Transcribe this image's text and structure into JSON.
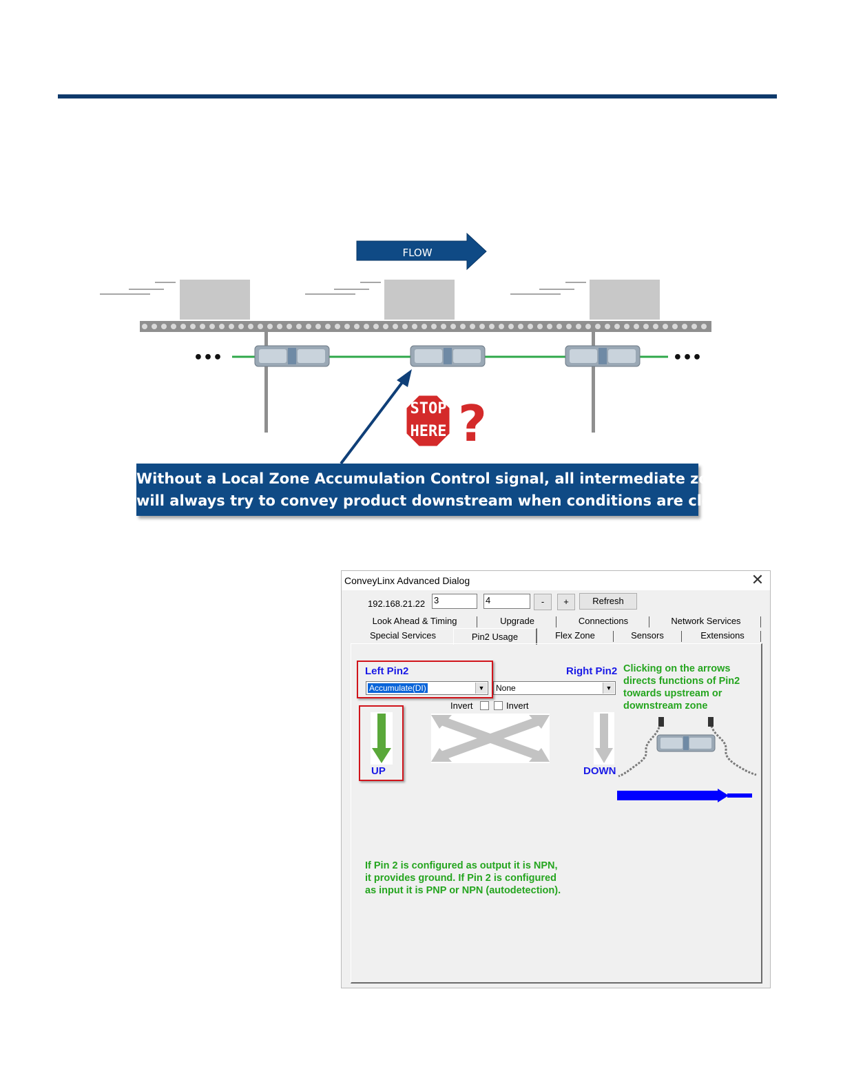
{
  "illustration": {
    "flow_label": "FLOW",
    "stop_sign": [
      "STOP",
      "HERE"
    ],
    "question_mark": "?",
    "ellipsis": "•••",
    "callout_line1": "Without a Local Zone Accumulation Control signal, all intermediate zones",
    "callout_line2": "will always try to convey product downstream when conditions are clear"
  },
  "dialog": {
    "title": "ConveyLinx Advanced Dialog",
    "ip_prefix": "192.168.21.22",
    "octet_left": "3",
    "octet_right": "4",
    "minus_label": "-",
    "plus_label": "+",
    "refresh_label": "Refresh",
    "tabs_row1": [
      "Look Ahead & Timing",
      "Upgrade",
      "Connections",
      "Network Services"
    ],
    "tabs_row2": [
      "Special Services",
      "Pin2 Usage",
      "Flex Zone",
      "Sensors",
      "Extensions"
    ],
    "active_tab": "Pin2 Usage",
    "left_pin_label": "Left Pin2",
    "right_pin_label": "Right Pin2",
    "left_pin_value": "Accumulate(DI)",
    "right_pin_value": "None",
    "invert_label": "Invert",
    "up_label": "UP",
    "down_label": "DOWN",
    "annotation_arrows": [
      "Clicking on the arrows",
      "directs functions of Pin2",
      "towards upstream or",
      "downstream zone"
    ],
    "annotation_npn": [
      "If Pin 2 is configured as output it is NPN,",
      "it provides ground. If Pin 2 is configured",
      "as input it is PNP or NPN (autodetection)."
    ]
  },
  "colors": {
    "header_rule": "#0f3a6b",
    "callout_bg": "#0f4a85",
    "highlight_red": "#d1141b",
    "label_blue": "#1919e6",
    "annotation_green": "#25a51f",
    "arrow_green": "#5aa83a",
    "direction_arrow_blue": "#0000ff"
  }
}
